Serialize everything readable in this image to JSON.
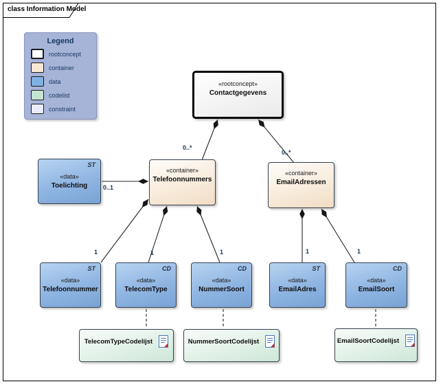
{
  "frame": {
    "title": "class Information Model"
  },
  "legend": {
    "title": "Legend",
    "items": [
      {
        "label": "rootconcept",
        "swatch": "#ffffff"
      },
      {
        "label": "container",
        "swatch": "#f8e7d3"
      },
      {
        "label": "data",
        "swatch": "#7fb1e3"
      },
      {
        "label": "codelist",
        "swatch": "#c6e5d0"
      },
      {
        "label": "constraint",
        "swatch": "#e9ebfb"
      }
    ]
  },
  "nodes": {
    "contactgegevens": {
      "stereotype": "«rootconcept»",
      "name": "Contactgegevens"
    },
    "telefoonnummers": {
      "stereotype": "«container»",
      "name": "Telefoonnummers"
    },
    "emailadressen": {
      "stereotype": "«container»",
      "name": "EmailAdressen"
    },
    "toelichting": {
      "stereotype": "«data»",
      "name": "Toelichting",
      "marker": "ST"
    },
    "telefoonnummer": {
      "stereotype": "«data»",
      "name": "Telefoonnummer",
      "marker": "ST"
    },
    "telecomtype": {
      "stereotype": "«data»",
      "name": "TelecomType",
      "marker": "CD"
    },
    "nummersoort": {
      "stereotype": "«data»",
      "name": "NummerSoort",
      "marker": "CD"
    },
    "emailadres": {
      "stereotype": "«data»",
      "name": "EmailAdres",
      "marker": "ST"
    },
    "emailsoort": {
      "stereotype": "«data»",
      "name": "EmailSoort",
      "marker": "CD"
    },
    "telecomtypecodelijst": {
      "name": "TelecomTypeCodelijst"
    },
    "nummersoortcodelijst": {
      "name": "NummerSoortCodelijst"
    },
    "emailsoortcodelijst": {
      "name": "EmailSoortCodelijst"
    }
  },
  "multiplicities": {
    "contact_telefoonnummers": "0..*",
    "contact_emailadressen": "0..*",
    "telefoonnummers_toelichting": "0..1",
    "telefoonnummers_telefoonnummer": "1",
    "telefoonnummers_telecomtype": "1",
    "telefoonnummers_nummersoort": "1",
    "emailadressen_emailadres": "1",
    "emailadressen_emailsoort": "1"
  },
  "colors": {
    "rootconcept": "#ffffff",
    "container": "#f8e7d3",
    "data": "#7fb1e3",
    "codelist": "#c6e5d0",
    "constraint": "#e9ebfb",
    "legend_bg": "#a6b4d8",
    "line": "#242424"
  }
}
